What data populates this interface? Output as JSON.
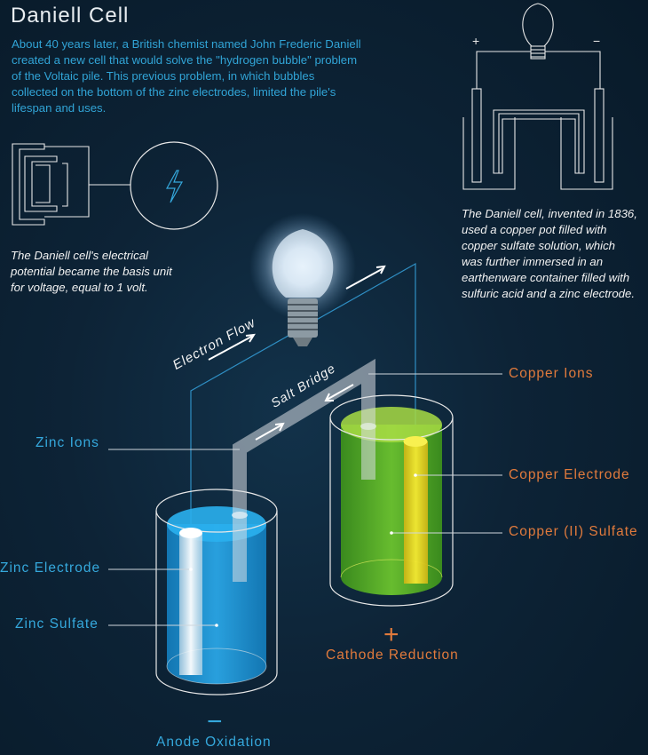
{
  "header": {
    "title": "Daniell Cell",
    "intro": "About 40 years later, a British chemist named John Frederic Daniell created a new cell that would solve the \"hydrogen bubble\" problem of the Voltaic pile. This previous problem, in which bubbles collected on the bottom of the zinc electrodes, limited the pile's lifespan and uses."
  },
  "notes": {
    "voltage": "The Daniell cell's electrical potential became the basis unit for voltage, equal to 1 volt.",
    "construction": "The Daniell cell, invented in 1836, used a copper pot filled with copper sulfate solution, which was further immersed in an earthenware container filled with sulfuric acid and a zinc electrode."
  },
  "schematic": {
    "plus": "+",
    "minus": "−"
  },
  "labels": {
    "electron_flow": "Electron Flow",
    "salt_bridge": "Salt Bridge",
    "zinc_ions": "Zinc Ions",
    "zinc_electrode": "Zinc Electrode",
    "zinc_sulfate": "Zinc Sulfate",
    "copper_ions": "Copper Ions",
    "copper_electrode": "Copper Electrode",
    "copper_sulfate": "Copper (II) Sulfate",
    "cathode_sign": "+",
    "cathode": "Cathode Reduction",
    "anode_sign": "−",
    "anode": "Anode Oxidation"
  },
  "colors": {
    "zinc_blue": "#35a8dc",
    "copper_orange": "#e07a3c",
    "zinc_solution": "#1a8fd0",
    "copper_solution": "#5bb52a",
    "copper_electrode": "#f0e020"
  },
  "icons": [
    "lightning-bolt-icon",
    "light-bulb-icon"
  ]
}
